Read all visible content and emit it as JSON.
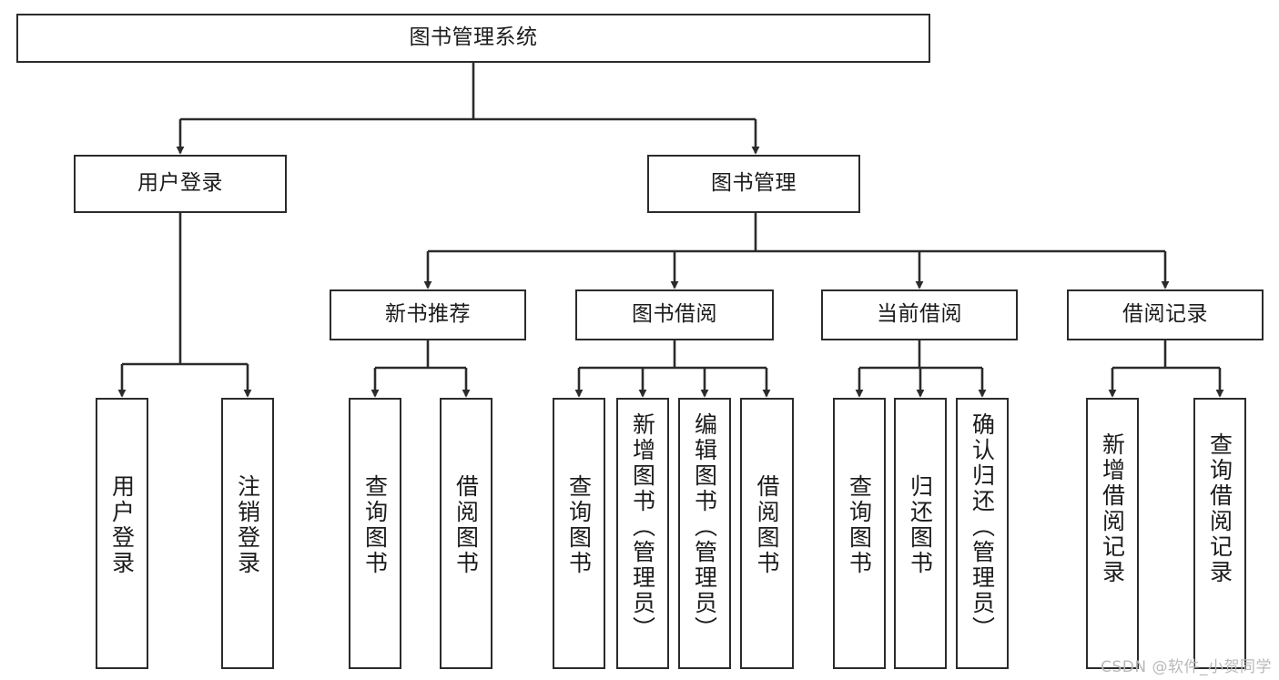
{
  "diagram": {
    "type": "tree-hierarchy-chart",
    "title": "图书管理系统",
    "orientation": "top-down",
    "colors": {
      "node_border": "#2b2b2b",
      "node_fill": "#ffffff",
      "edge": "#2b2b2b",
      "text": "#1b1b1b",
      "watermark": "#b9b9b9",
      "background": "#ffffff"
    },
    "nodes": {
      "root": {
        "label": "图书管理系统",
        "level": 1
      },
      "level2": [
        {
          "id": "user-login",
          "label": "用户登录"
        },
        {
          "id": "book-manage",
          "label": "图书管理"
        }
      ],
      "level3": [
        {
          "id": "new-book-recommend",
          "label": "新书推荐"
        },
        {
          "id": "book-borrow",
          "label": "图书借阅"
        },
        {
          "id": "current-borrow",
          "label": "当前借阅"
        },
        {
          "id": "borrow-record",
          "label": "借阅记录"
        }
      ],
      "leaves": {
        "user_login": [
          {
            "id": "leaf-user-login",
            "label": "用户登录"
          },
          {
            "id": "leaf-logout-login",
            "label": "注销登录"
          }
        ],
        "new_book_recommend": [
          {
            "id": "leaf-query-book-1",
            "label": "查询图书"
          },
          {
            "id": "leaf-borrow-book-1",
            "label": "借阅图书"
          }
        ],
        "book_borrow": [
          {
            "id": "leaf-query-book-2",
            "label": "查询图书"
          },
          {
            "id": "leaf-add-book",
            "label": "新增图书（管理员）"
          },
          {
            "id": "leaf-edit-book",
            "label": "编辑图书（管理员）"
          },
          {
            "id": "leaf-borrow-book-2",
            "label": "借阅图书"
          }
        ],
        "current_borrow": [
          {
            "id": "leaf-query-book-3",
            "label": "查询图书"
          },
          {
            "id": "leaf-return-book",
            "label": "归还图书"
          },
          {
            "id": "leaf-confirm-return",
            "label": "确认归还（管理员）"
          }
        ],
        "borrow_record": [
          {
            "id": "leaf-add-record",
            "label": "新增借阅记录"
          },
          {
            "id": "leaf-query-record",
            "label": "查询借阅记录"
          }
        ]
      }
    }
  },
  "watermark": {
    "text": "CSDN @软件_小贺同学"
  }
}
